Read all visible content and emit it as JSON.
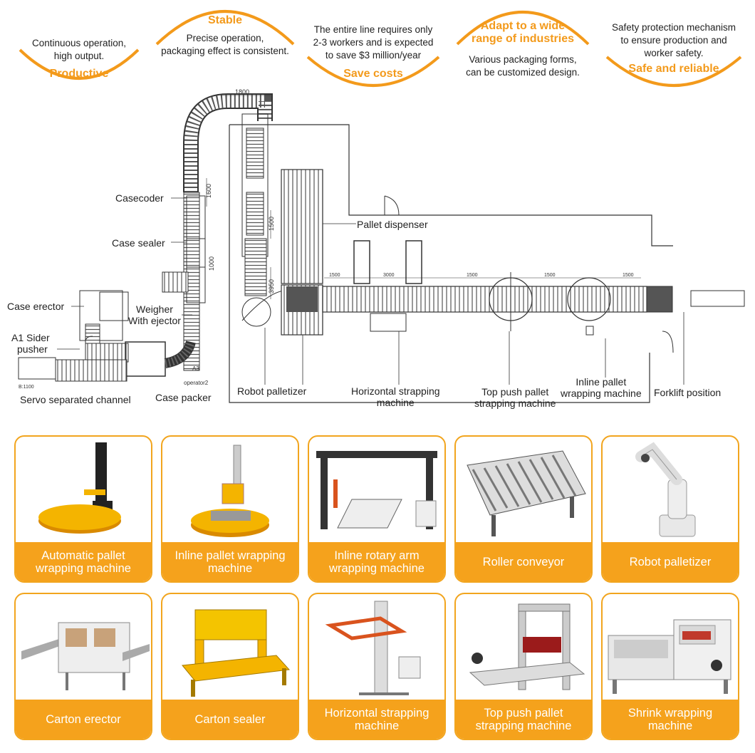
{
  "features": [
    {
      "title": "Productive",
      "desc": [
        "Continuous operation,",
        "high output."
      ]
    },
    {
      "title": "Stable",
      "desc": [
        "Precise operation,",
        "packaging effect is consistent."
      ]
    },
    {
      "title": "Save costs",
      "desc": [
        "The entire line requires only",
        "2-3 workers and is expected",
        "to save $3 million/year"
      ]
    },
    {
      "title": [
        "Adapt to a wide",
        "range of industries"
      ],
      "desc": [
        "Various packaging forms,",
        "can be customized design."
      ]
    },
    {
      "title": "Safe and reliable",
      "desc": [
        "Safety protection mechanism",
        "to ensure production and",
        "worker safety."
      ]
    }
  ],
  "diagram": {
    "labels": {
      "casecoder": "Casecoder",
      "case_sealer": "Case sealer",
      "case_erector": "Case erector",
      "weigher": [
        "Weigher",
        "With ejector"
      ],
      "a1_sider": [
        "A1 Sider",
        "pusher"
      ],
      "servo_channel": "Servo separated channel",
      "case_packer": "Case packer",
      "robot_palletizer": "Robot palletizer",
      "pallet_dispenser": "Pallet dispenser",
      "horizontal_strapping": [
        "Horizontal strapping",
        "machine"
      ],
      "top_push": [
        "Top push pallet",
        "strapping machine"
      ],
      "inline_wrapping": [
        "Inline pallet",
        "wrapping machine"
      ],
      "forklift": "Forklift position"
    },
    "dimensions": [
      "1800",
      "1600",
      "1500",
      "1000",
      "3950",
      "1500",
      "3000",
      "1500",
      "1500",
      "1500"
    ],
    "small_text": [
      "A3",
      "operator2",
      "B:1100"
    ]
  },
  "products": [
    {
      "name": "Automatic pallet wrapping machine",
      "lines": [
        "Automatic pallet",
        "wrapping machine"
      ]
    },
    {
      "name": "Inline pallet wrapping machine",
      "lines": [
        "Inline pallet wrapping",
        "machine"
      ]
    },
    {
      "name": "Inline rotary arm wrapping machine",
      "lines": [
        "Inline rotary arm",
        "wrapping machine"
      ]
    },
    {
      "name": "Roller conveyor",
      "lines": [
        "Roller conveyor"
      ]
    },
    {
      "name": "Robot palletizer",
      "lines": [
        "Robot palletizer"
      ]
    },
    {
      "name": "Carton erector",
      "lines": [
        "Carton erector"
      ]
    },
    {
      "name": "Carton sealer",
      "lines": [
        "Carton sealer"
      ]
    },
    {
      "name": "Horizontal strapping machine",
      "lines": [
        "Horizontal strapping",
        "machine"
      ]
    },
    {
      "name": "Top push pallet strapping machine",
      "lines": [
        "Top push pallet",
        "strapping machine"
      ]
    },
    {
      "name": "Shrink wrapping machine",
      "lines": [
        "Shrink wrapping",
        "machine"
      ]
    }
  ],
  "colors": {
    "accent": "#f39a1b",
    "caption_bg": "#f5a21c",
    "card_border": "#f2a51e",
    "line": "#333333",
    "yellow_machine": "#f4b400"
  }
}
